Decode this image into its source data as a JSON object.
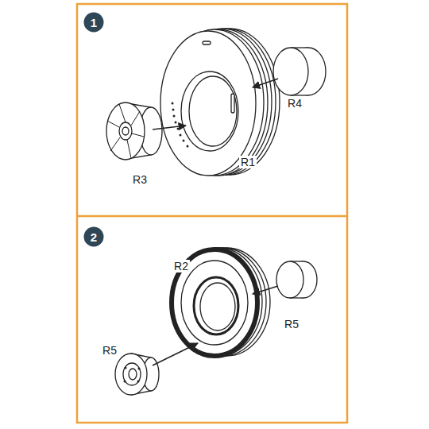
{
  "diagram": {
    "nodes": [
      {
        "text": [
          "1"
        ]
      },
      {
        "text": [
          "2"
        ]
      }
    ],
    "labels": [
      "R4",
      "R1",
      "R3",
      "R2",
      "R5",
      "R5"
    ]
  }
}
